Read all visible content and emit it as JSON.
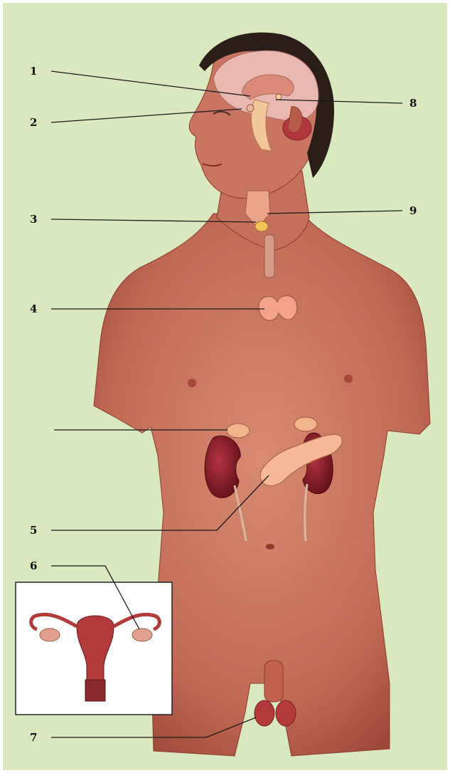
{
  "diagram": {
    "kind": "labeled anatomical illustration",
    "colors": {
      "background": "#d9e8be",
      "skin": "#c8735f",
      "skin_shadow": "#8e3a2e",
      "hair": "#2b1d17",
      "brain": "#e9b8b0",
      "gland": "#f0b49a",
      "kidney": "#8a1f26",
      "inset_bg": "#ffffff",
      "leader": "#1a1a1a"
    },
    "labels": [
      {
        "id": "1",
        "text": "1"
      },
      {
        "id": "2",
        "text": "2"
      },
      {
        "id": "3",
        "text": "3"
      },
      {
        "id": "4",
        "text": "4"
      },
      {
        "id": "5",
        "text": "5"
      },
      {
        "id": "6",
        "text": "6"
      },
      {
        "id": "7",
        "text": "7"
      },
      {
        "id": "8",
        "text": "8"
      },
      {
        "id": "9",
        "text": "9"
      }
    ],
    "unlabeled_leaders": 1
  }
}
